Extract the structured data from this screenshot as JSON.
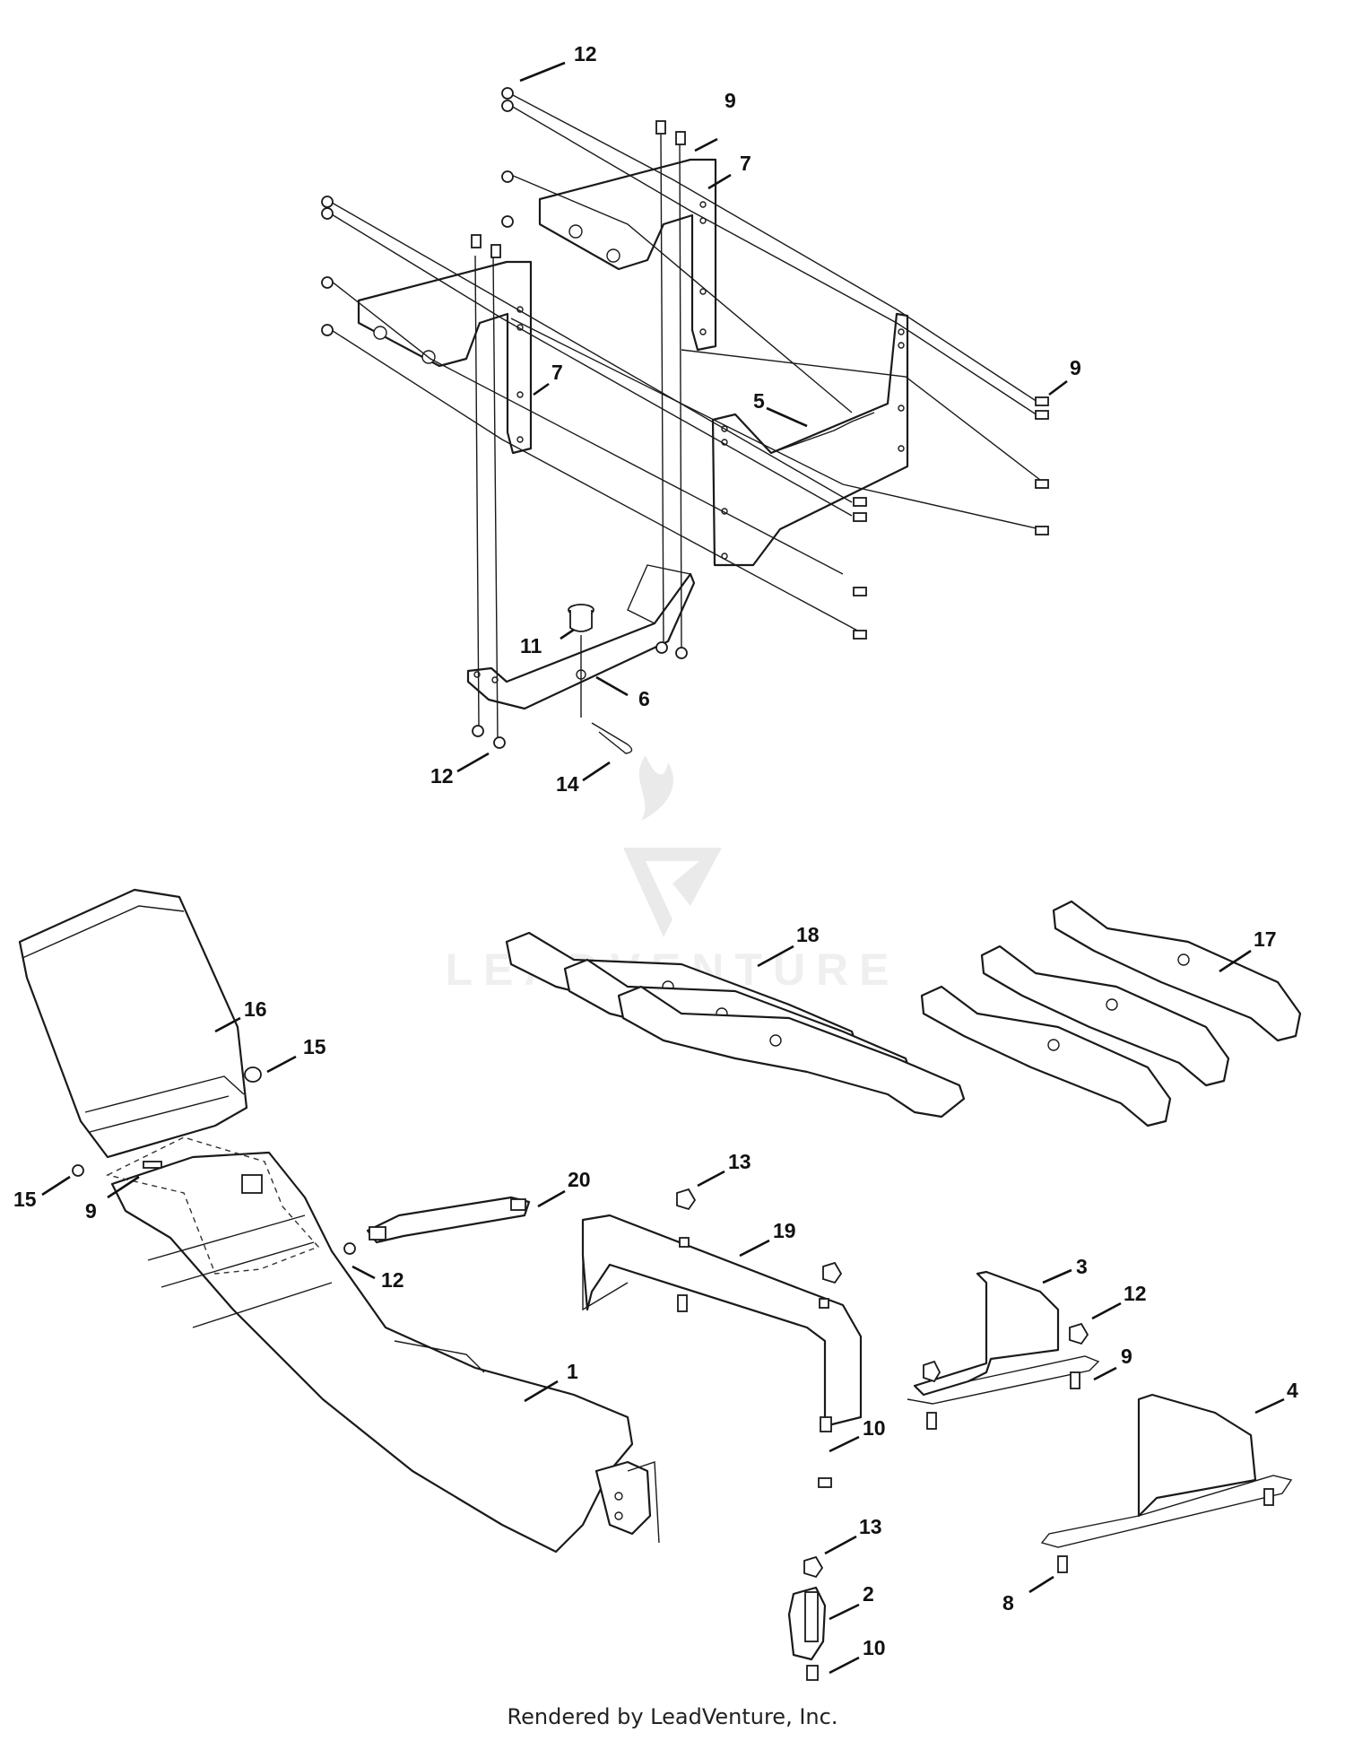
{
  "callouts": [
    {
      "id": "c12a",
      "text": "12"
    },
    {
      "id": "c9a",
      "text": "9"
    },
    {
      "id": "c7a",
      "text": "7"
    },
    {
      "id": "c7b",
      "text": "7"
    },
    {
      "id": "c9b",
      "text": "9"
    },
    {
      "id": "c5",
      "text": "5"
    },
    {
      "id": "c11",
      "text": "11"
    },
    {
      "id": "c6",
      "text": "6"
    },
    {
      "id": "c12b",
      "text": "12"
    },
    {
      "id": "c14",
      "text": "14"
    },
    {
      "id": "c18",
      "text": "18"
    },
    {
      "id": "c17",
      "text": "17"
    },
    {
      "id": "c16",
      "text": "16"
    },
    {
      "id": "c15a",
      "text": "15"
    },
    {
      "id": "c15b",
      "text": "15"
    },
    {
      "id": "c9c",
      "text": "9"
    },
    {
      "id": "c20",
      "text": "20"
    },
    {
      "id": "c12c",
      "text": "12"
    },
    {
      "id": "c13a",
      "text": "13"
    },
    {
      "id": "c19",
      "text": "19"
    },
    {
      "id": "c1",
      "text": "1"
    },
    {
      "id": "c3",
      "text": "3"
    },
    {
      "id": "c12d",
      "text": "12"
    },
    {
      "id": "c9d",
      "text": "9"
    },
    {
      "id": "c4",
      "text": "4"
    },
    {
      "id": "c10a",
      "text": "10"
    },
    {
      "id": "c13b",
      "text": "13"
    },
    {
      "id": "c2",
      "text": "2"
    },
    {
      "id": "c10b",
      "text": "10"
    },
    {
      "id": "c8",
      "text": "8"
    }
  ],
  "watermark": "LEADVENTURE",
  "footer": "Rendered by LeadVenture, Inc."
}
